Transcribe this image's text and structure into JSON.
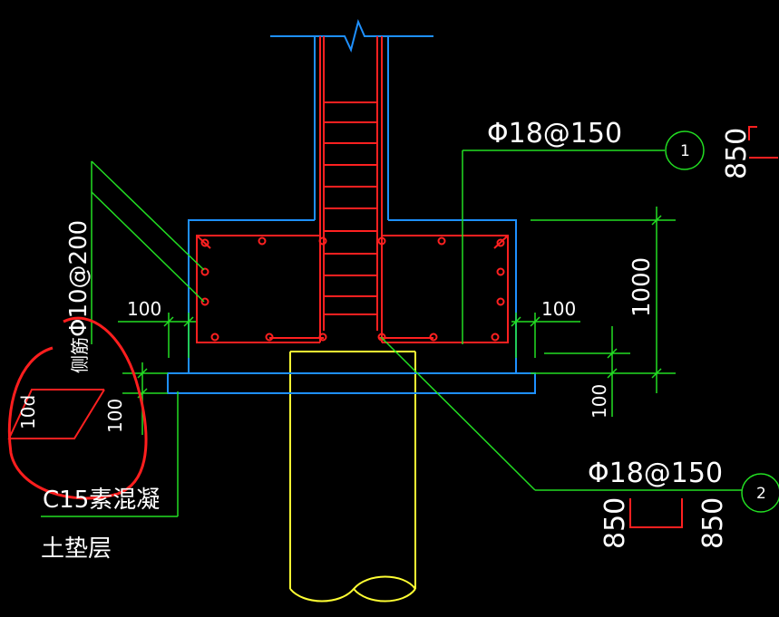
{
  "labels": {
    "top_rebar": "Φ18@150",
    "bottom_rebar": "Φ18@150",
    "side_rebar_spec": "Φ10@200",
    "side_rebar_name": "侧筋",
    "hook_dim_left": "10d",
    "dim_side_left": "100",
    "dim_side_right": "100",
    "dim_height": "1000",
    "dim_cushion_left": "100",
    "dim_cushion_right": "100",
    "cushion_line1": "C15素混凝",
    "cushion_line2": "土垫层",
    "bar_top_length": "850",
    "bar_bottom_left": "850",
    "bar_bottom_right": "850",
    "bubble_1": "1",
    "bubble_2": "2"
  },
  "colors": {
    "background": "#000000",
    "concrete_outline": "#1e90ff",
    "rebar": "#ff2020",
    "leader": "#22dd22",
    "pile": "#ffff33",
    "text": "#ffffff",
    "annotation_circle": "#ff1e1e"
  }
}
